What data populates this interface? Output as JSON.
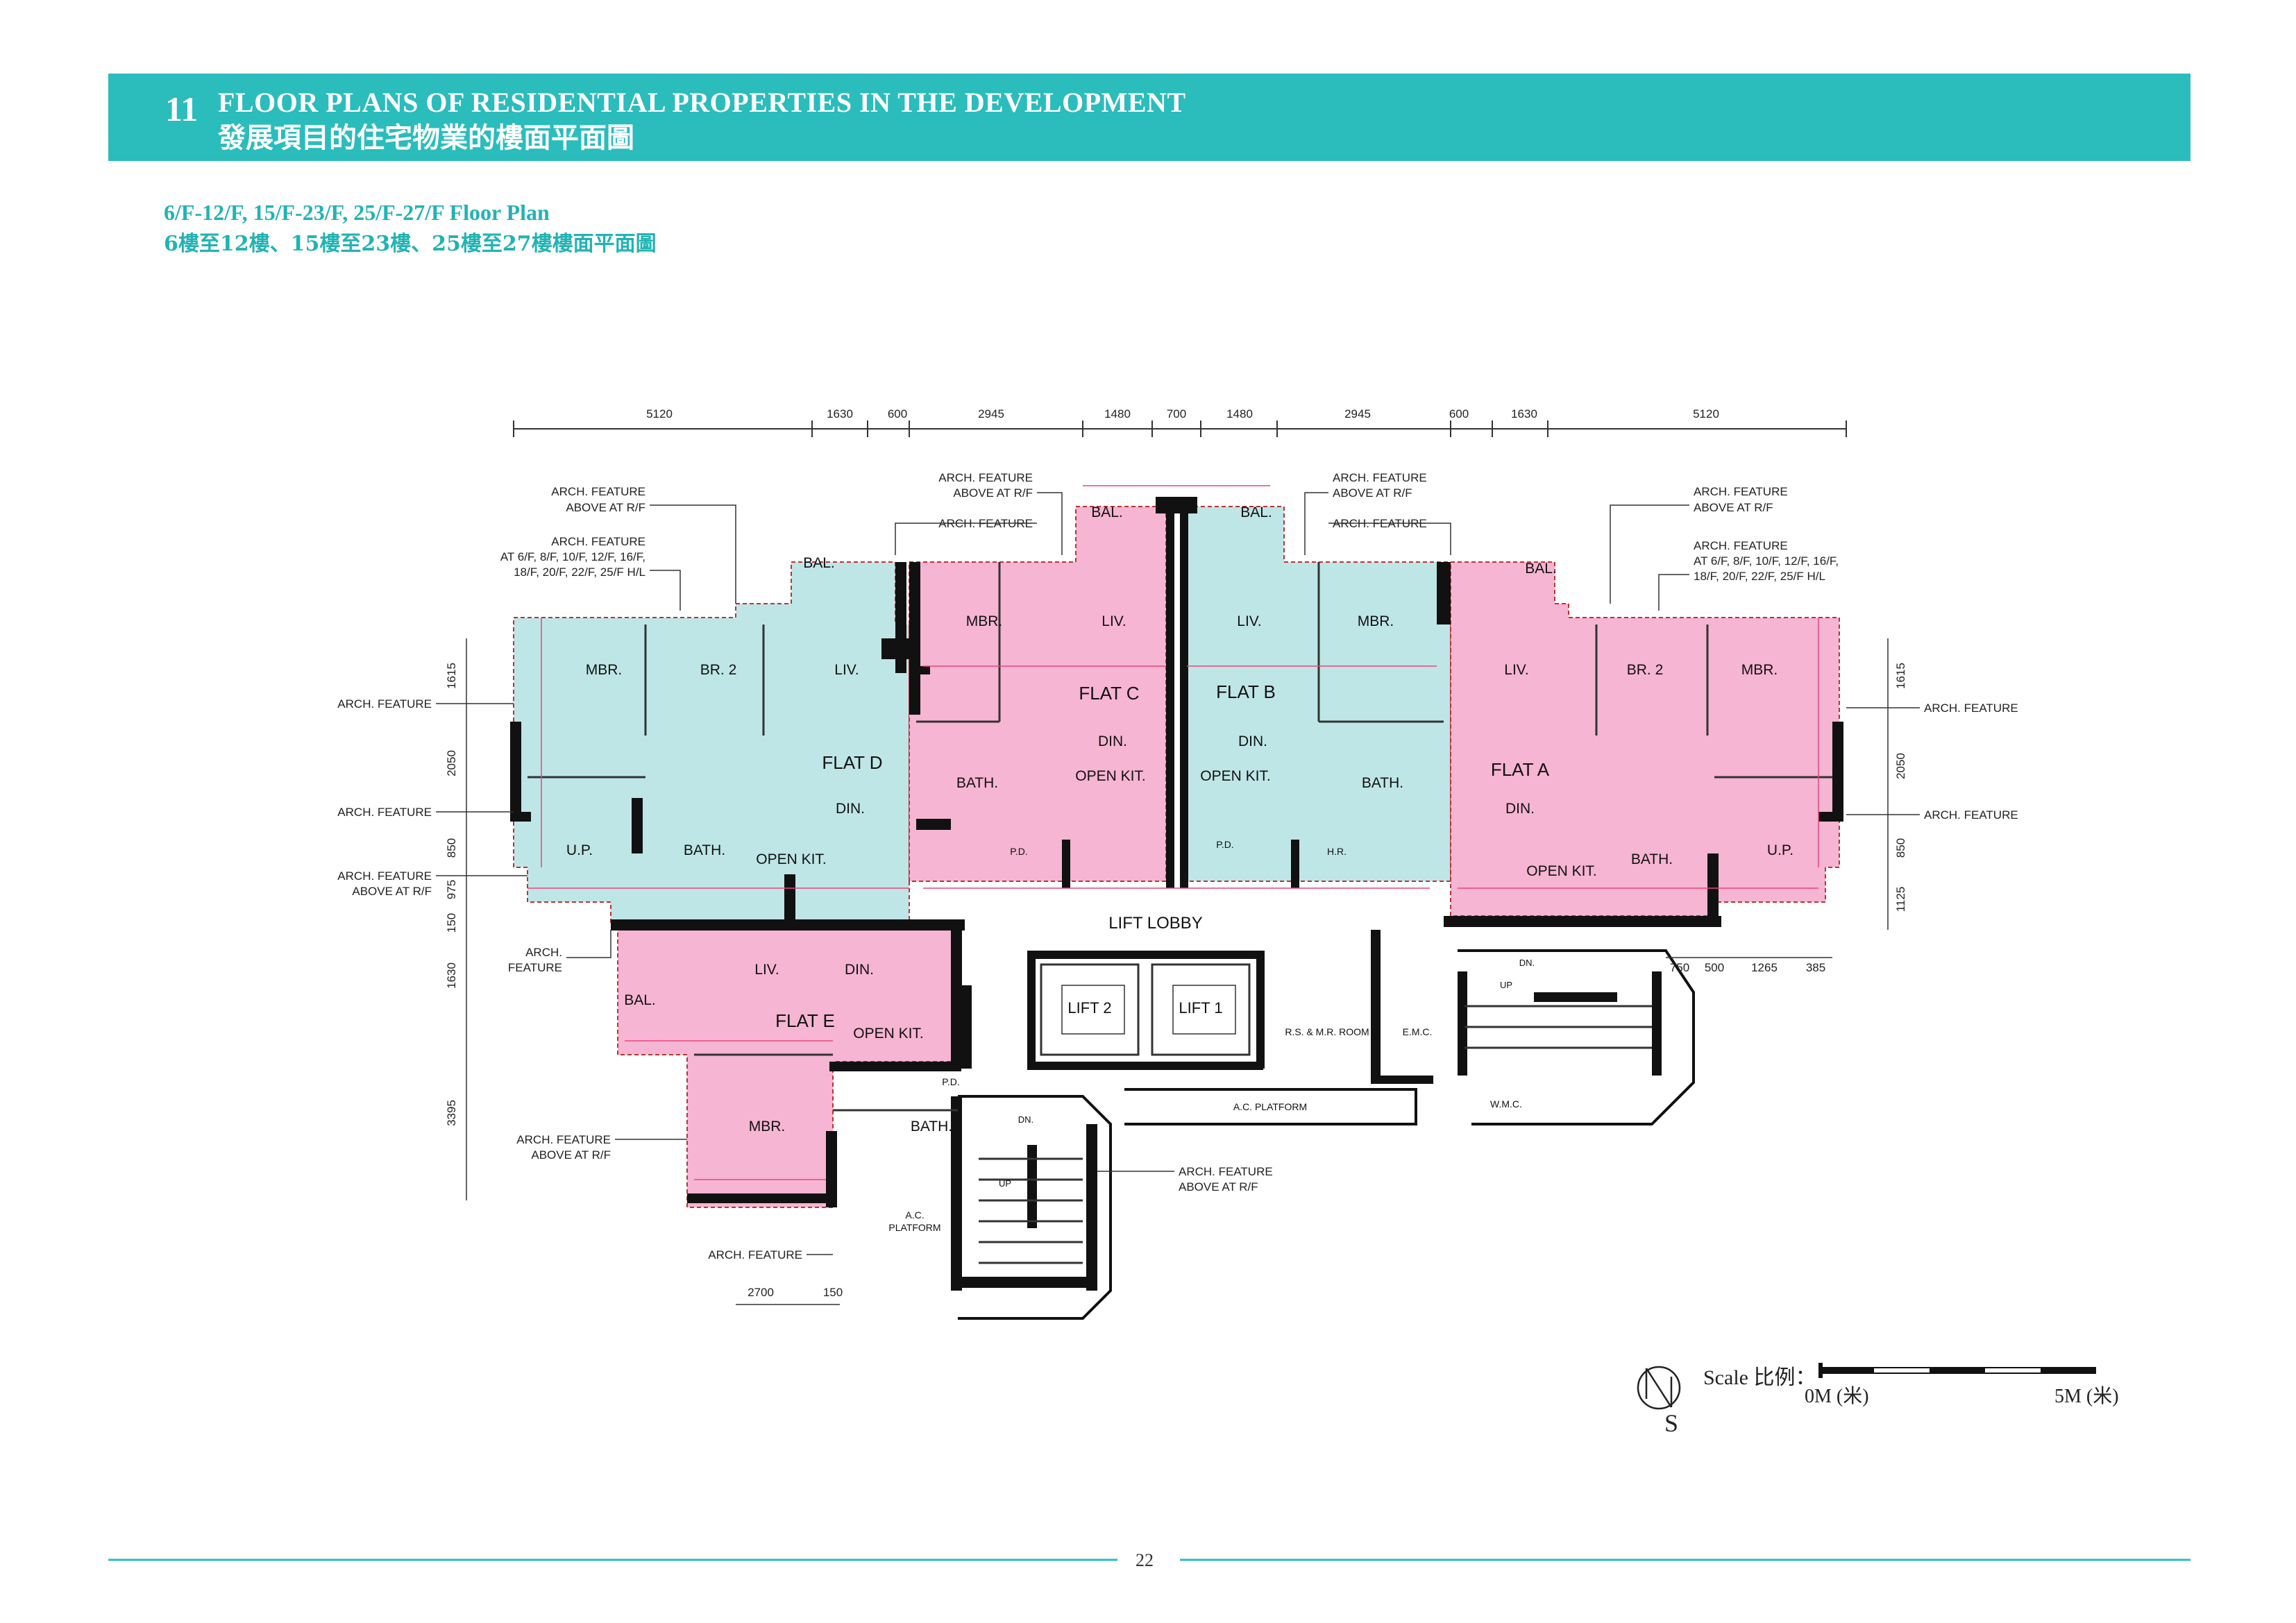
{
  "header": {
    "section_number": "11",
    "title_en": "FLOOR PLANS OF RESIDENTIAL PROPERTIES IN THE DEVELOPMENT",
    "title_zh": "發展項目的住宅物業的樓面平面圖"
  },
  "subtitle": {
    "en": "6/F-12/F, 15/F-23/F, 25/F-27/F Floor Plan",
    "zh": "6樓至12樓、15樓至23樓、25樓至27樓樓面平面圖"
  },
  "colors": {
    "banner": "#2bbcbc",
    "flat_pink": "#f6b5d2",
    "flat_teal": "#bfe6e6",
    "dimension_red": "#e8467c"
  },
  "plan": {
    "top_dimensions": [
      "5120",
      "1630",
      "600",
      "2945",
      "1480",
      "700",
      "1480",
      "2945",
      "600",
      "1630",
      "5120"
    ],
    "flats": {
      "a": "FLAT A",
      "b": "FLAT B",
      "c": "FLAT C",
      "d": "FLAT D",
      "e": "FLAT E"
    },
    "rooms": {
      "mbr": "MBR.",
      "br2": "BR. 2",
      "liv": "LIV.",
      "din": "DIN.",
      "bath": "BATH.",
      "bal": "BAL.",
      "open_kit": "OPEN KIT.",
      "up": "U.P.",
      "pd": "P.D.",
      "hr": "H.R."
    },
    "common": {
      "lift_lobby": "LIFT LOBBY",
      "lift_1": "LIFT 1",
      "lift_2": "LIFT 2",
      "rs_mr_room": "R.S. & M.R. ROOM",
      "emc": "E.M.C.",
      "wmc": "W.M.C.",
      "ac_platform": "A.C. PLATFORM",
      "ac_platform_small_1": "A.C.",
      "ac_platform_small_2": "PLATFORM",
      "dn": "DN.",
      "up": "UP"
    },
    "annotations": {
      "arch_feature": "ARCH. FEATURE",
      "above_rf": "ABOVE AT R/F",
      "above_at_rf": "ABOVE AT R/F",
      "arch": "ARCH.",
      "feature": "FEATURE",
      "at_floors_left_1": "AT 6/F, 8/F, 10/F, 12/F, 16/F,",
      "at_floors_left_2": "18/F, 20/F, 22/F, 25/F H/L",
      "at_floors_right_1": "AT 6/F, 8/F, 10/F, 12/F, 16/F,",
      "at_floors_right_2": "18/F, 20/F, 22/F, 25/F H/L"
    },
    "side_dimensions_left": [
      "1615",
      "2050",
      "850",
      "975",
      "150",
      "1630",
      "3395"
    ],
    "side_dimensions_right": [
      "1615",
      "2050",
      "850",
      "1125"
    ],
    "bottom_dimensions": [
      "2700",
      "150"
    ],
    "right_bottom_dimensions": [
      "750",
      "500",
      "1265",
      "385"
    ]
  },
  "scale": {
    "label": "Scale 比例：",
    "zero": "0M (米)",
    "five": "5M (米)"
  },
  "north": "S",
  "page_number": "22"
}
